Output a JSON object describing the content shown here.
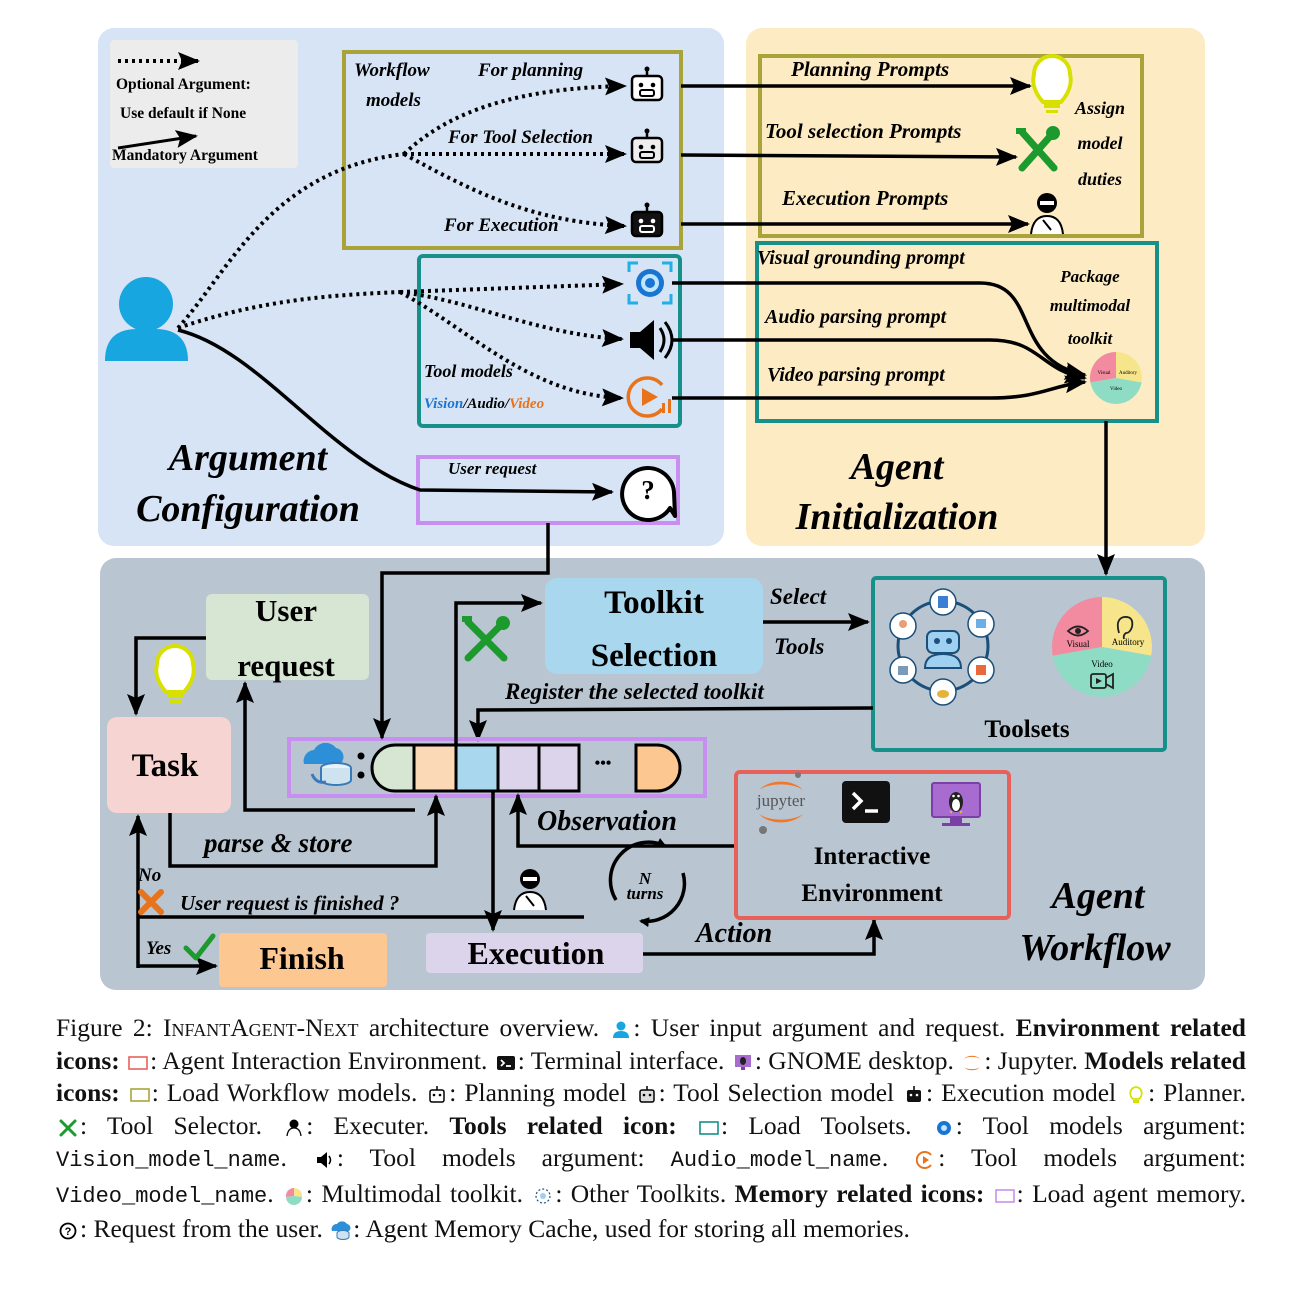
{
  "legend": {
    "optional_line1": "Optional Argument:",
    "optional_line2": "Use default if None",
    "mandatory": "Mandatory Argument"
  },
  "argument_configuration": {
    "title_line1": "Argument",
    "title_line2": "Configuration",
    "workflow_models_line1": "Workflow",
    "workflow_models_line2": "models",
    "for_planning": "For planning",
    "for_tool_selection": "For Tool Selection",
    "for_execution": "For  Execution",
    "tool_models": "Tool models",
    "vision": "Vision",
    "slash1": "/",
    "audio": "Audio",
    "slash2": "/",
    "video": "Video",
    "user_request": "User request"
  },
  "agent_initialization": {
    "title_line1": "Agent",
    "title_line2": "Initialization",
    "planning_prompts": "Planning Prompts",
    "tool_selection_prompts": "Tool selection Prompts",
    "execution_prompts": "Execution Prompts",
    "assign_line1": "Assign",
    "assign_line2": "model",
    "assign_line3": "duties",
    "visual_grounding": "Visual grounding prompt",
    "audio_parsing": "Audio parsing prompt",
    "video_parsing": "Video parsing prompt",
    "package_line1": "Package",
    "package_line2": "multimodal",
    "package_line3": "toolkit",
    "mm_visual": "Visual",
    "mm_auditory": "Auditory",
    "mm_video": "Video"
  },
  "agent_workflow": {
    "title_line1": "Agent",
    "title_line2": "Workflow",
    "user_request_line1": "User",
    "user_request_line2": "request",
    "task": "Task",
    "finish": "Finish",
    "toolkit_line1": "Toolkit",
    "toolkit_line2": "Selection",
    "select": "Select",
    "tools": "Tools",
    "register": "Register the selected toolkit",
    "toolsets": "Toolsets",
    "ts_visual": "Visual",
    "ts_auditory": "Auditory",
    "ts_video": "Video",
    "parse_store": "parse & store",
    "observation": "Observation",
    "execution": "Execution",
    "action": "Action",
    "n_turns_n": "N",
    "n_turns_turns": "turns",
    "no": "No",
    "yes": "Yes",
    "finished_question": "User request is finished ?",
    "jupyter": "jupyter",
    "interactive_line1": "Interactive",
    "interactive_line2": "Environment",
    "ellipsis": "•••"
  },
  "caption": {
    "c01": "Figure 2: ",
    "c02": "InfantAgent-Next",
    "c03": " architecture overview. ",
    "c04": ": User input argument and request. ",
    "c05": "Environment related icons:",
    "c06": " ",
    "c07": ": Agent Interaction Environment. ",
    "c08": ": Terminal interface. ",
    "c09": ": GNOME desktop. ",
    "c10": ": Jupyter. ",
    "c11": "Models related icons:",
    "c12": " ",
    "c13": ": Load Workflow models. ",
    "c14": ": Planning model ",
    "c15": ": Tool Selection model ",
    "c16": ": Execution model ",
    "c17": ": Planner. ",
    "c18": ": Tool Selector. ",
    "c19": ": Executer. ",
    "c20": "Tools related icon:",
    "c21": " ",
    "c22": ": Load Toolsets. ",
    "c23": ": Tool models argument: ",
    "c24": "Vision_model_name",
    "c25": ". ",
    "c26": ": Tool models argument: ",
    "c27": "Audio_model_name",
    "c28": ". ",
    "c29": ": Tool models argument: ",
    "c30": "Video_model_name",
    "c31": ". ",
    "c32": ": Multimodal toolkit. ",
    "c33": ": Other Toolkits. ",
    "c34": "Memory related icons:",
    "c35": " ",
    "c36": ": Load agent memory. ",
    "c37": ": Request from the user. ",
    "c38": ": Agent Memory Cache, used for storing all memories."
  },
  "colors": {
    "arg_config_bg": "#d6e4f5",
    "agent_init_bg": "#fdebc4",
    "workflow_bg": "#b9c5d1",
    "workflow_box": "#a8a43a",
    "tool_box": "#17908a",
    "memory_box": "#c88ff0",
    "env_box": "#e8605a",
    "user_blue": "#17a6e0",
    "vision_blue": "#1a74d2",
    "video_orange": "#e8731a",
    "tool_green": "#1c9a2e",
    "bulb_yellow": "#d7e000"
  }
}
